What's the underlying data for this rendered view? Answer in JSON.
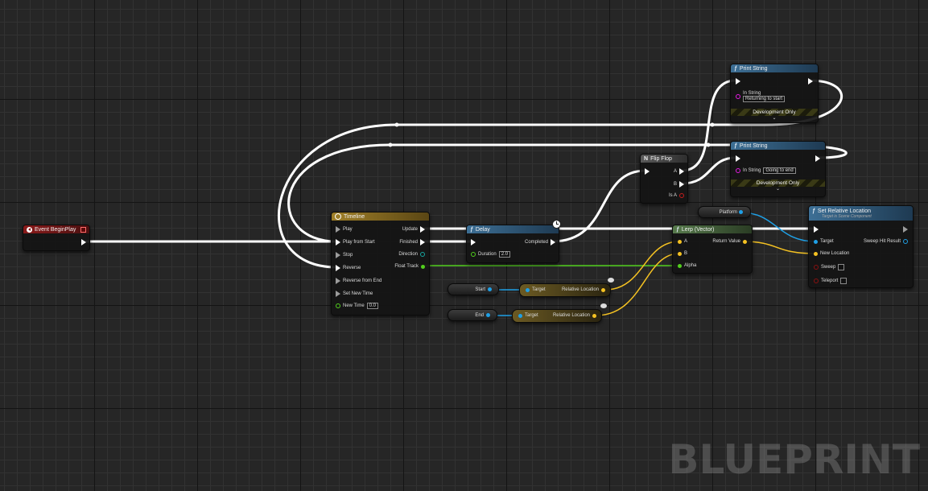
{
  "watermark": "BLUEPRINT",
  "colors": {
    "exec": "#ffffff",
    "vector": "#f5c222",
    "object": "#1fa0e6",
    "float": "#52cf1d",
    "string": "#e21be0",
    "bool": "#c61c1c"
  },
  "event_begin_play": {
    "title": "Event BeginPlay"
  },
  "timeline": {
    "title": "Timeline",
    "inputs": [
      "Play",
      "Play from Start",
      "Stop",
      "Reverse",
      "Reverse from End",
      "Set New Time"
    ],
    "new_time_label": "New Time",
    "new_time_value": "0.0",
    "outputs": [
      "Update",
      "Finished",
      "Direction",
      "Float Track"
    ]
  },
  "delay": {
    "title": "Delay",
    "completed": "Completed",
    "duration_label": "Duration",
    "duration_value": "2.0"
  },
  "flip_flop": {
    "title": "Flip Flop",
    "a": "A",
    "b": "B",
    "is_a": "Is A"
  },
  "print1": {
    "title": "Print String",
    "in_string": "In String",
    "value": "Returning to start",
    "dev": "Development Only"
  },
  "print2": {
    "title": "Print String",
    "in_string": "In String",
    "value": "Going to end",
    "dev": "Development Only"
  },
  "lerp": {
    "title": "Lerp (Vector)",
    "a": "A",
    "b": "B",
    "alpha": "Alpha",
    "return_value": "Return Value"
  },
  "set_rel": {
    "title": "Set Relative Location",
    "subtitle": "Target is Scene Component",
    "target": "Target",
    "new_location": "New Location",
    "sweep": "Sweep",
    "teleport": "Teleport",
    "sweep_hit": "Sweep Hit Result"
  },
  "platform_var": {
    "label": "Platform"
  },
  "start_var": {
    "label": "Start"
  },
  "end_var": {
    "label": "End"
  },
  "getter1": {
    "target": "Target",
    "output": "Relative Location"
  },
  "getter2": {
    "target": "Target",
    "output": "Relative Location"
  }
}
